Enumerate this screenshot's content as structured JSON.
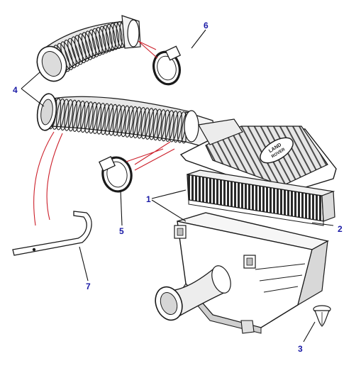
{
  "colors": {
    "callout_text": "#1a1aa6",
    "leader_black": "#111111",
    "leader_red": "#cc1f2a",
    "part_stroke": "#1a1a1a",
    "part_fill": "#ffffff",
    "part_shade": "#cfcfcf",
    "filter_pleat": "#2a2a2a"
  },
  "brand_badge": {
    "line1": "LAND",
    "line2": "ROVER"
  },
  "callouts": [
    {
      "id": "c1",
      "label": "1"
    },
    {
      "id": "c2",
      "label": "2"
    },
    {
      "id": "c3",
      "label": "3"
    },
    {
      "id": "c4",
      "label": "4"
    },
    {
      "id": "c5",
      "label": "5"
    },
    {
      "id": "c6",
      "label": "6"
    },
    {
      "id": "c7",
      "label": "7"
    }
  ],
  "icons": {
    "upper_hose": "corrugated-hose-icon",
    "lower_hose": "corrugated-hose-icon",
    "clamp": "hose-clamp-icon",
    "bracket": "mounting-bracket-icon",
    "airbox": "air-cleaner-box-icon",
    "filter": "air-filter-element-icon",
    "drain_valve": "drain-valve-icon"
  }
}
